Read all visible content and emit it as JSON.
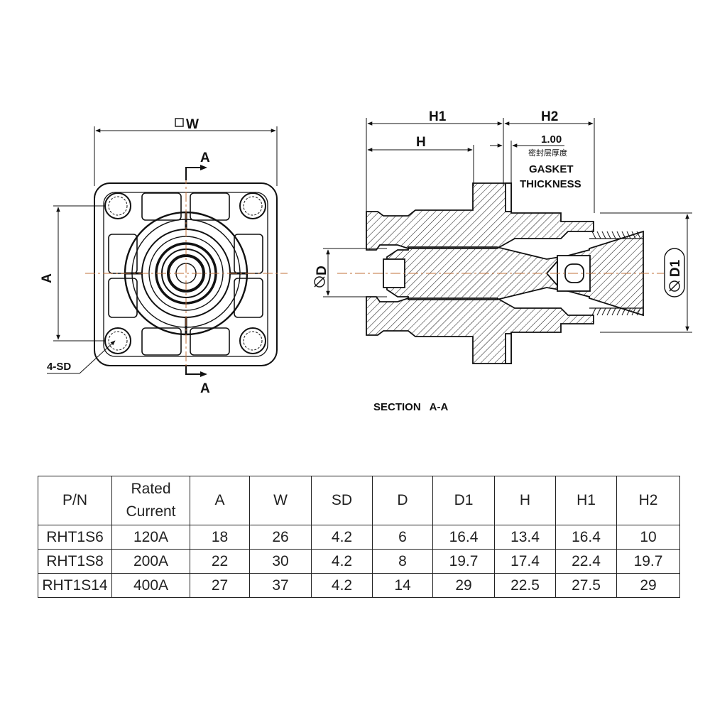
{
  "front_view": {
    "width_dim": "W",
    "height_dim": "A",
    "hole_note": "4-SD",
    "section_mark_top": "A",
    "section_mark_bottom": "A"
  },
  "section_view": {
    "dim_h1": "H1",
    "dim_h": "H",
    "dim_h2": "H2",
    "gasket_value": "1.00",
    "gasket_cn": "密封层厚度",
    "gasket_line1": "GASKET",
    "gasket_line2": "THICKNESS",
    "dim_d": "D",
    "dim_d1": "D1",
    "caption": "SECTION   A-A"
  },
  "table": {
    "headers": [
      "P/N",
      "Rated Current",
      "A",
      "W",
      "SD",
      "D",
      "D1",
      "H",
      "H1",
      "H2"
    ],
    "rows": [
      [
        "RHT1S6",
        "120A",
        "18",
        "26",
        "4.2",
        "6",
        "16.4",
        "13.4",
        "16.4",
        "10"
      ],
      [
        "RHT1S8",
        "200A",
        "22",
        "30",
        "4.2",
        "8",
        "19.7",
        "17.4",
        "22.4",
        "19.7"
      ],
      [
        "RHT1S14",
        "400A",
        "27",
        "37",
        "4.2",
        "14",
        "29",
        "22.5",
        "27.5",
        "29"
      ]
    ]
  }
}
